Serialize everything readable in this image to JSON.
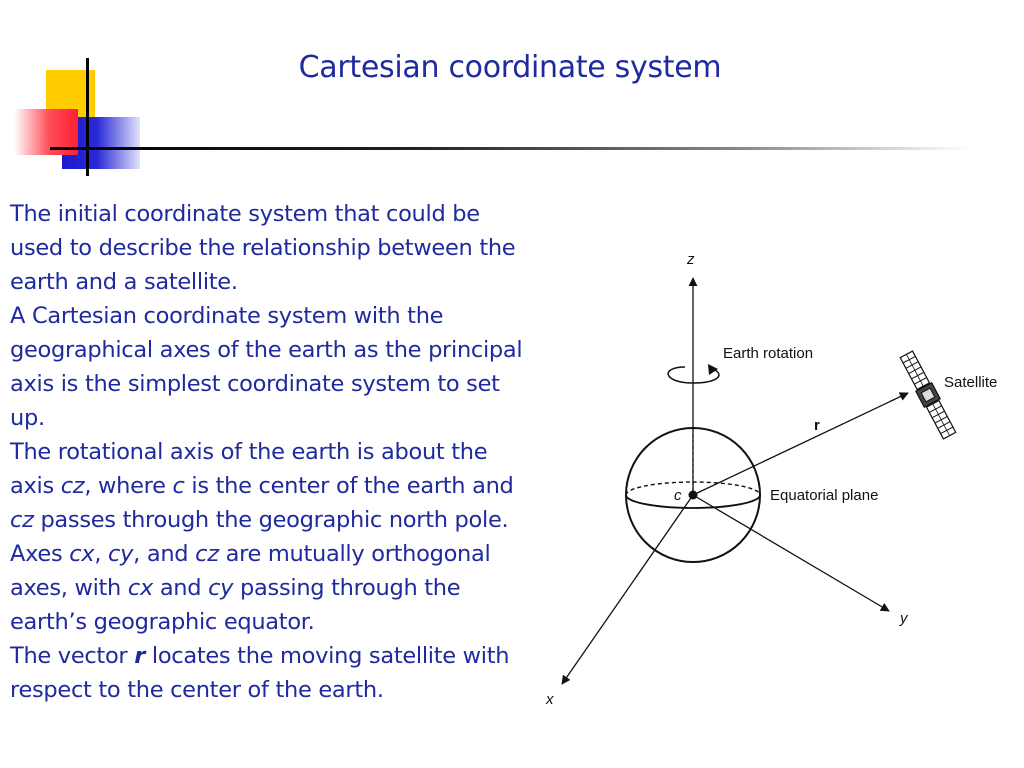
{
  "title": "Cartesian coordinate system",
  "paragraphs": {
    "p1": "The initial coordinate system that could be used to describe the relationship between the earth and a satellite.",
    "p2": "A Cartesian coordinate system with the geographical axes of the earth as the principal axis is the simplest coordinate system to set up.",
    "p3": {
      "a": "The rotational axis of the earth is about the axis ",
      "cz1": "cz",
      "b": ", where ",
      "c": "c",
      "d": " is the center of the earth and ",
      "cz2": "cz",
      "e": " passes through the geographic north pole."
    },
    "p4": {
      "a": "Axes ",
      "cx1": "cx",
      "sep1": ", ",
      "cy1": "cy",
      "b": ", and ",
      "cz": "cz",
      "c": " are mutually orthogonal axes, with ",
      "cx2": "cx",
      "d": " and ",
      "cy2": "cy",
      "e": " passing through the earth’s geographic equator."
    },
    "p5": {
      "a": "The vector ",
      "r": "r",
      "b": " locates the moving satellite with respect to the center of the earth."
    }
  },
  "diagram": {
    "labels": {
      "z": "z",
      "y": "y",
      "x": "x",
      "c": "c",
      "r": "r",
      "earth_rotation": "Earth rotation",
      "satellite": "Satellite",
      "equatorial_plane": "Equatorial plane"
    }
  },
  "colors": {
    "text": "#1f2a9e",
    "logo_yellow": "#ffcc00",
    "logo_blue": "#1a1acc",
    "logo_red": "#ff2030"
  }
}
